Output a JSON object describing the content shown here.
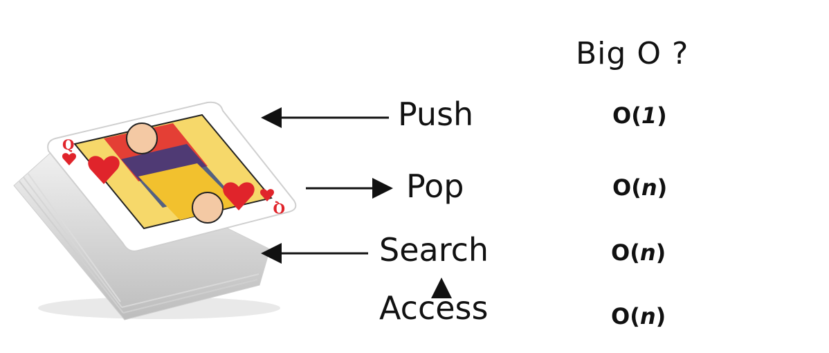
{
  "heading": "Big O ?",
  "operations": [
    {
      "label": "Push",
      "complexity_prefix": "O(",
      "complexity_var": "1",
      "complexity_suffix": ")"
    },
    {
      "label": "Pop",
      "complexity_prefix": "O(",
      "complexity_var": "n",
      "complexity_suffix": ")"
    },
    {
      "label": "Search",
      "complexity_prefix": "O(",
      "complexity_var": "n",
      "complexity_suffix": ")"
    },
    {
      "label": "Access",
      "complexity_prefix": "O(",
      "complexity_var": "n",
      "complexity_suffix": ")"
    }
  ],
  "card": {
    "rank": "Q",
    "suit": "heart-icon"
  },
  "colors": {
    "text": "#111111",
    "heart": "#e0242b",
    "gold": "#f2c12e",
    "card_edge": "#d9d9d9"
  }
}
